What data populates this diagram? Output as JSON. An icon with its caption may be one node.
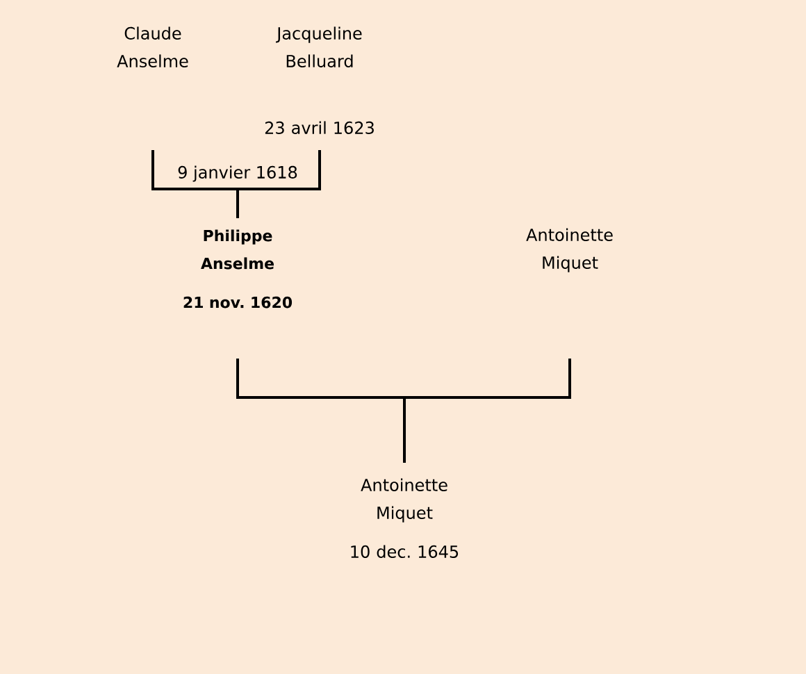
{
  "diagram": {
    "nodes": [
      {
        "text": [
          "Claude Anselme"
        ]
      },
      {
        "text": [
          "Jacqueline Belluard"
        ],
        "beside": [
          "23 avril 1623"
        ]
      },
      {
        "text": [
          "Philippe Anselme"
        ],
        "beside": [
          "21 nov. 1620"
        ]
      },
      {
        "text": [
          "Antoinette Miquet"
        ]
      },
      {
        "text": [
          "Antoinette Miquet"
        ],
        "beside": [
          "10 dec. 1645"
        ]
      }
    ],
    "edges": [
      {
        "from": 0,
        "to": 2,
        "arrow": "none",
        "label": "9 janvier 1618"
      },
      {
        "from": 1,
        "to": 2,
        "arrow": "none"
      },
      {
        "from": 2,
        "to": 4,
        "arrow": "none"
      },
      {
        "from": 3,
        "to": 4,
        "arrow": "none"
      }
    ]
  }
}
